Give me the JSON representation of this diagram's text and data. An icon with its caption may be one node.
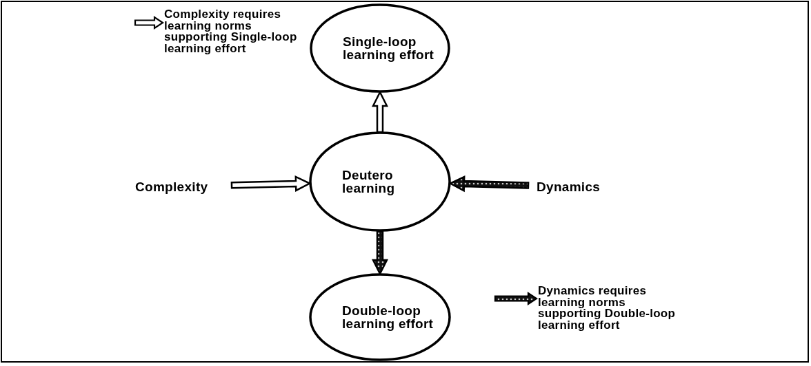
{
  "diagram": {
    "nodes": [
      {
        "text": [
          "Single-loop learning effort"
        ]
      },
      {
        "text": [
          "Deutero learning"
        ]
      },
      {
        "text": [
          "Double-loop learning effort"
        ]
      },
      {
        "text": [
          "Complexity"
        ]
      },
      {
        "text": [
          "Dynamics"
        ]
      }
    ],
    "edges": [
      {
        "from": 3,
        "to": 1,
        "arrow": "to"
      },
      {
        "from": 4,
        "to": 1,
        "arrow": "to",
        "style": "thick"
      },
      {
        "from": 1,
        "to": 0,
        "arrow": "to"
      },
      {
        "from": 1,
        "to": 2,
        "arrow": "to",
        "style": "thick"
      }
    ],
    "legend": [
      {
        "text": "Complexity requires learning norms supporting Single-loop learning effort"
      },
      {
        "text": "Dynamics requires learning norms supporting Double-loop learning effort"
      }
    ]
  }
}
